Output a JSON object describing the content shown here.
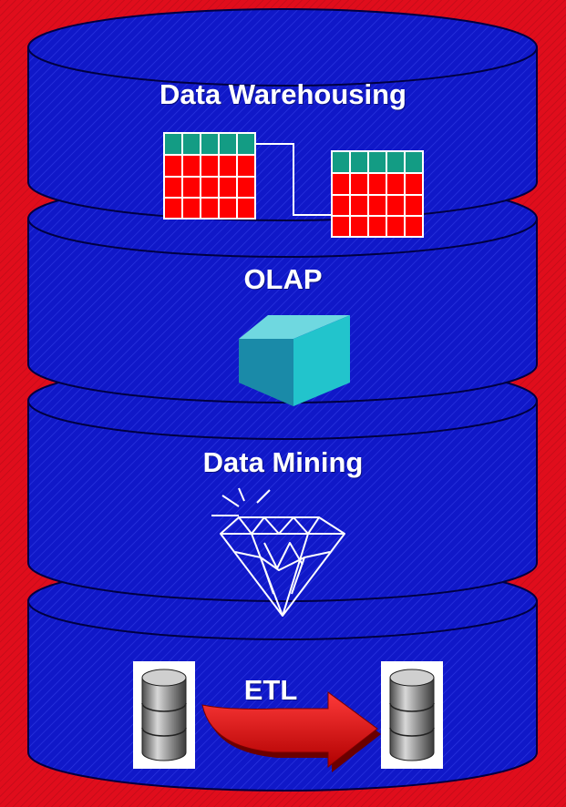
{
  "layers": [
    {
      "id": "data-warehousing",
      "label": "Data Warehousing"
    },
    {
      "id": "olap",
      "label": "OLAP"
    },
    {
      "id": "data-mining",
      "label": "Data Mining"
    },
    {
      "id": "etl",
      "label": "ETL"
    }
  ],
  "colors": {
    "background": "#e00d1c",
    "cylinder": "#1018c8",
    "table_header": "#139c84",
    "table_body": "#ff0000",
    "cube_front": "#1a8aa8",
    "cube_top": "#6fd8e0",
    "cube_side": "#22c4cc",
    "arrow": "#e80000"
  },
  "icons": [
    "table-icon",
    "cube-icon",
    "diamond-icon",
    "database-icon",
    "arrow-icon"
  ]
}
